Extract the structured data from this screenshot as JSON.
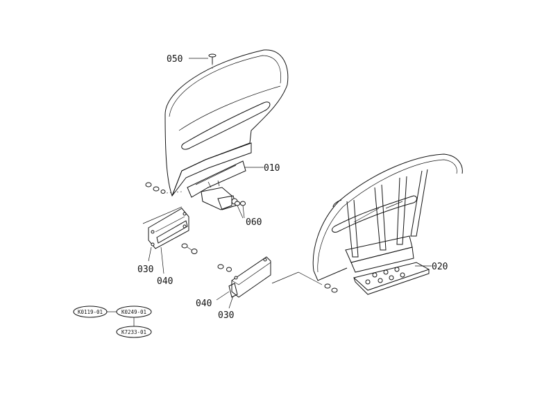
{
  "callouts": {
    "c050": "050",
    "c010": "010",
    "c060": "060",
    "c030_left": "030",
    "c040_left": "040",
    "c020": "020",
    "c040_right": "040",
    "c030_right": "030"
  },
  "reference_codes": {
    "r1": "K0119-01",
    "r2": "K0249-01",
    "r3": "K7233-01"
  },
  "icons": [
    "bolt-icon",
    "nut-icon",
    "washer-icon"
  ]
}
